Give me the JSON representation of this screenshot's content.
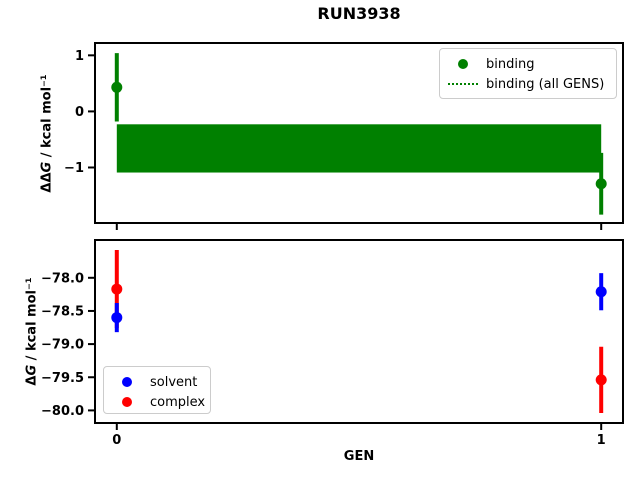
{
  "title": "RUN3938",
  "xlabel": "GEN",
  "colors": {
    "binding": "#008000",
    "solvent": "#0000ff",
    "complex": "#ff0000",
    "axes": "#000000",
    "legend_border": "#cccccc",
    "background": "#ffffff"
  },
  "chart_data": [
    {
      "type": "scatter",
      "name": "ddg-vs-gen",
      "ylabel": {
        "sym": "ΔΔ",
        "var": "G",
        "rest": " / kcal mol⁻¹"
      },
      "xlim": [
        -0.045,
        1.045
      ],
      "ylim": [
        -1.99,
        1.22
      ],
      "xticks": [
        0,
        1
      ],
      "yticks": [
        1,
        0,
        -1
      ],
      "ytick_labels": [
        "1",
        "0",
        "−1"
      ],
      "grid": false,
      "series": [
        {
          "name": "binding",
          "color": "#008000",
          "x": [
            0,
            1
          ],
          "y": [
            0.43,
            -1.29
          ],
          "yerr": [
            0.61,
            0.55
          ]
        }
      ],
      "band": {
        "name": "binding (all GENS)",
        "color": "#008000",
        "x": [
          0,
          1
        ],
        "y_center": -0.66,
        "y_top": -0.23,
        "y_bottom": -1.09,
        "style": "dotted-center-solid-fill"
      },
      "legend": {
        "position": "upper right",
        "entries": [
          {
            "label": "binding",
            "marker": "dot",
            "color": "#008000"
          },
          {
            "label": "binding (all GENS)",
            "marker": "dotted-line",
            "color": "#008000"
          }
        ]
      }
    },
    {
      "type": "scatter",
      "name": "dg-vs-gen",
      "ylabel": {
        "sym": "Δ",
        "var": "G",
        "rest": " / kcal mol⁻¹"
      },
      "xlim": [
        -0.045,
        1.045
      ],
      "ylim": [
        -80.19,
        -77.43
      ],
      "xticks": [
        0,
        1
      ],
      "xtick_labels": [
        "0",
        "1"
      ],
      "yticks": [
        -78.0,
        -78.5,
        -79.0,
        -79.5,
        -80.0
      ],
      "ytick_labels": [
        "−78.0",
        "−78.5",
        "−79.0",
        "−79.5",
        "−80.0"
      ],
      "grid": false,
      "series": [
        {
          "name": "complex",
          "color": "#ff0000",
          "x": [
            0,
            1
          ],
          "y": [
            -78.17,
            -79.54
          ],
          "yerr": [
            0.59,
            0.5
          ]
        },
        {
          "name": "solvent",
          "color": "#0000ff",
          "x": [
            0,
            1
          ],
          "y": [
            -78.6,
            -78.21
          ],
          "yerr": [
            0.22,
            0.28
          ]
        }
      ],
      "legend": {
        "position": "lower left",
        "entries": [
          {
            "label": "solvent",
            "marker": "dot",
            "color": "#0000ff"
          },
          {
            "label": "complex",
            "marker": "dot",
            "color": "#ff0000"
          }
        ]
      }
    }
  ]
}
